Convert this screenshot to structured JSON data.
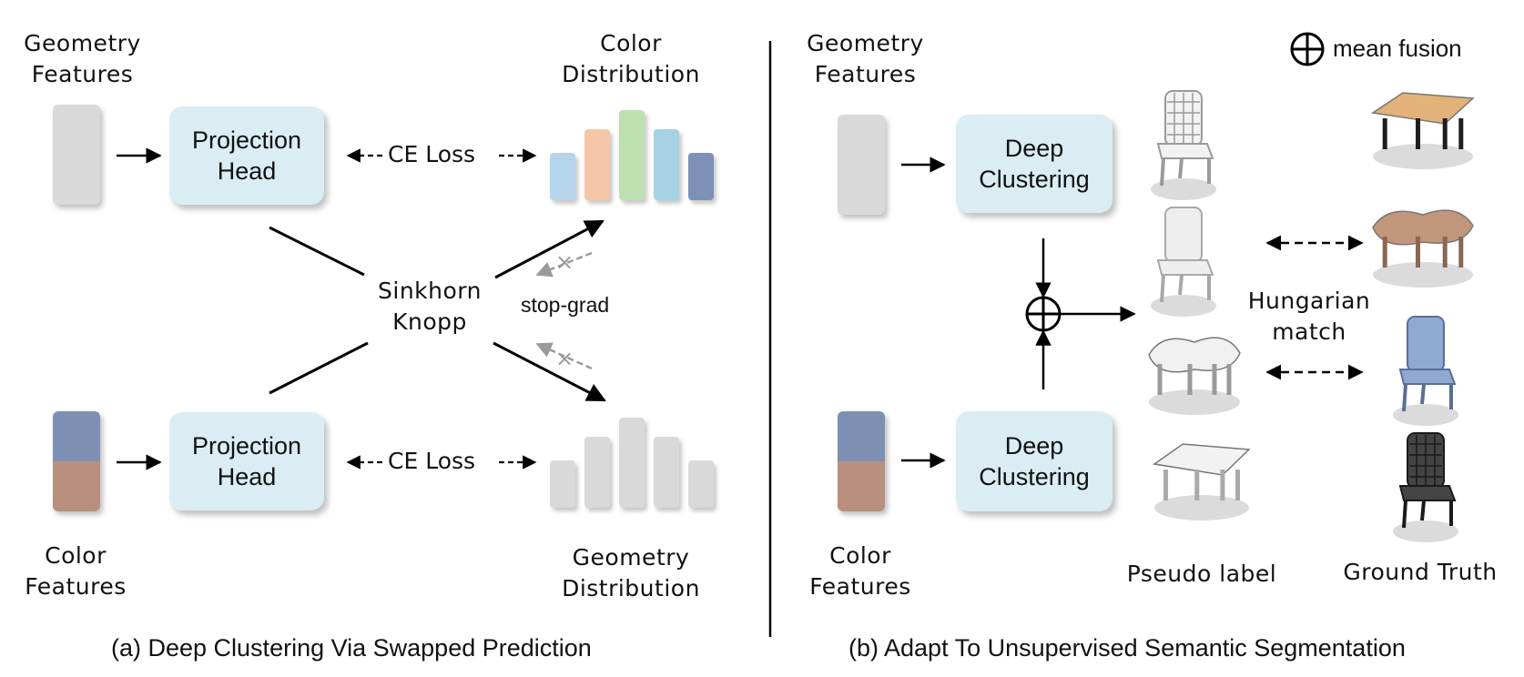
{
  "panel_a": {
    "geometry_features": [
      "Geometry",
      "Features"
    ],
    "color_features": [
      "Color",
      "Features"
    ],
    "projection_head_top": [
      "Projection",
      "Head"
    ],
    "projection_head_bottom": [
      "Projection",
      "Head"
    ],
    "ce_loss_top": "CE Loss",
    "ce_loss_bottom": "CE Loss",
    "sinkhorn": [
      "Sinkhorn",
      "Knopp"
    ],
    "stop_grad": "stop-grad",
    "color_distribution": [
      "Color",
      "Distribution"
    ],
    "geometry_distribution": [
      "Geometry",
      "Distribution"
    ],
    "caption": "(a) Deep Clustering Via Swapped Prediction",
    "color_dist_values": [
      0.48,
      0.72,
      0.92,
      0.72,
      0.48
    ],
    "geom_dist_values": [
      0.48,
      0.72,
      0.92,
      0.72,
      0.48
    ],
    "color_dist_colors": [
      "#b6d3ec",
      "#f5c6a6",
      "#bde0b1",
      "#a6d3e3",
      "#7d91b7"
    ],
    "geom_dist_color": "#d9d9d9",
    "geometry_feature_color": "#d9d9d9",
    "color_feature_colors": [
      "#7d90b4",
      "#b99080"
    ]
  },
  "panel_b": {
    "geometry_features": [
      "Geometry",
      "Features"
    ],
    "color_features": [
      "Color",
      "Features"
    ],
    "deep_clustering_top": [
      "Deep",
      "Clustering"
    ],
    "deep_clustering_bottom": [
      "Deep",
      "Clustering"
    ],
    "legend_label": "mean fusion",
    "hungarian": [
      "Hungarian",
      "match"
    ],
    "pseudo_label": "Pseudo label",
    "ground_truth": "Ground Truth",
    "caption": "(b) Adapt To Unsupervised Semantic Segmentation",
    "pseudo_objects": [
      "chair-icon",
      "chair-icon",
      "table-icon",
      "table-icon"
    ],
    "gt_objects": [
      "table-icon",
      "table-icon",
      "chair-icon",
      "chair-icon"
    ]
  },
  "colors": {
    "box": "#d9edf3",
    "arrow": "#000000",
    "stop_grad_arrow": "#9a9a9a"
  }
}
